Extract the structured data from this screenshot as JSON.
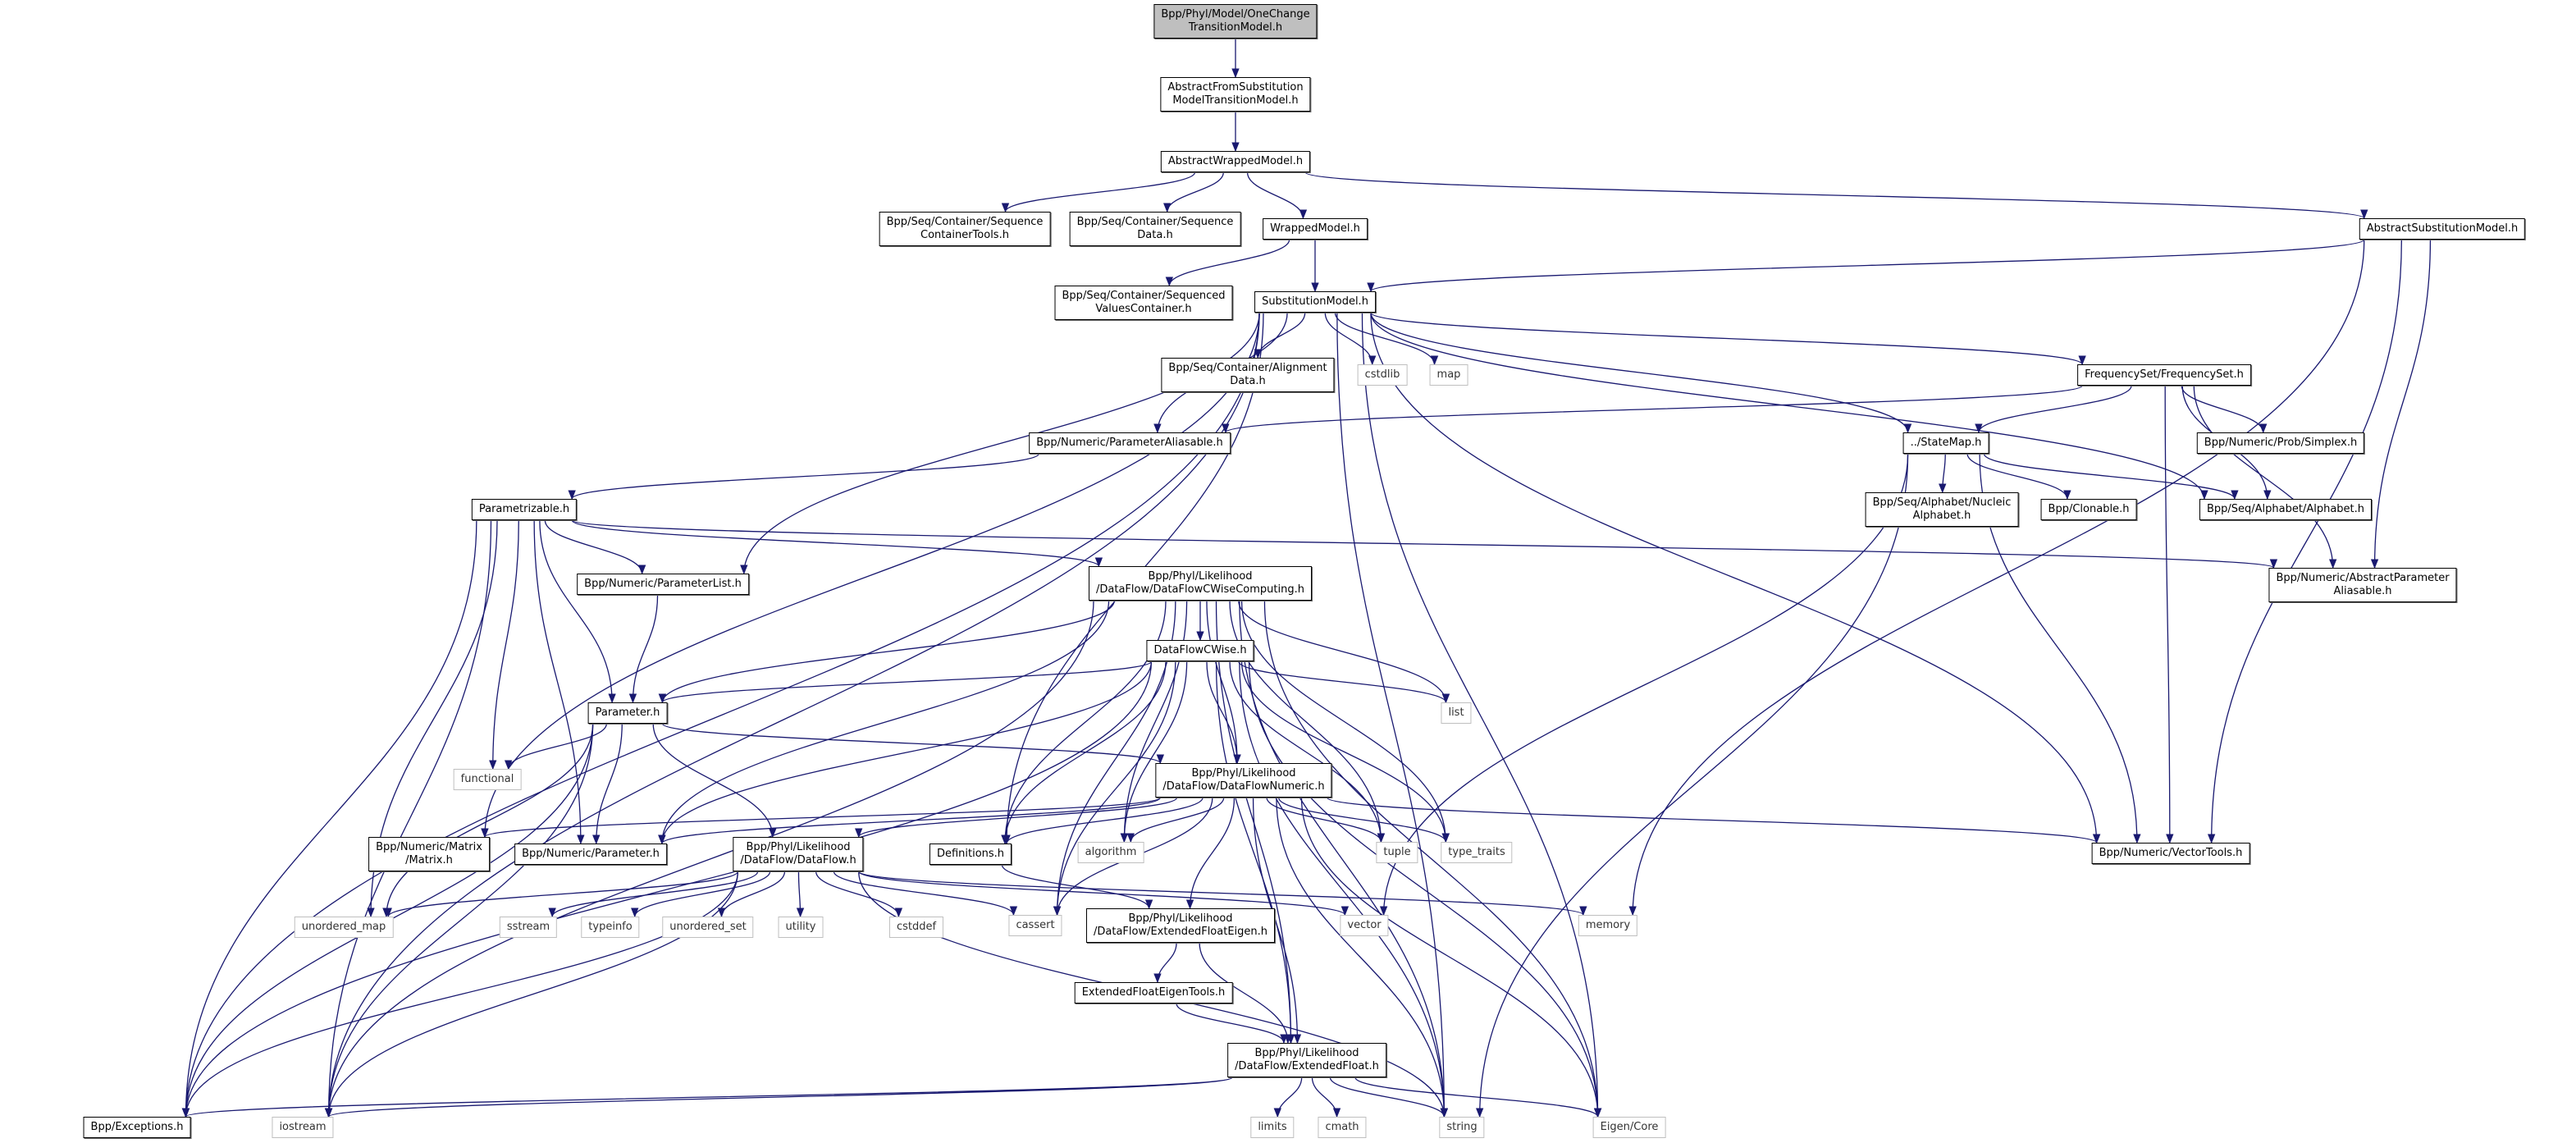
{
  "colors": {
    "edge": "#191970",
    "root_fill": "#bfbfbf",
    "system_border": "#bfbfbf",
    "node_border": "#000000"
  },
  "nodes": [
    {
      "id": "onechange",
      "label": "Bpp/Phyl/Model/OneChange\nTransitionModel.h",
      "kind": "root"
    },
    {
      "id": "absfromsub",
      "label": "AbstractFromSubstitution\nModelTransitionModel.h",
      "kind": "project"
    },
    {
      "id": "abswrapped",
      "label": "AbstractWrappedModel.h",
      "kind": "project"
    },
    {
      "id": "seqcontools",
      "label": "Bpp/Seq/Container/Sequence\nContainerTools.h",
      "kind": "project"
    },
    {
      "id": "seqdata",
      "label": "Bpp/Seq/Container/Sequence\nData.h",
      "kind": "project"
    },
    {
      "id": "wrapped",
      "label": "WrappedModel.h",
      "kind": "project"
    },
    {
      "id": "abssubst",
      "label": "AbstractSubstitutionModel.h",
      "kind": "project"
    },
    {
      "id": "seqvalues",
      "label": "Bpp/Seq/Container/Sequenced\nValuesContainer.h",
      "kind": "project"
    },
    {
      "id": "subst",
      "label": "SubstitutionModel.h",
      "kind": "project"
    },
    {
      "id": "aligndata",
      "label": "Bpp/Seq/Container/Alignment\nData.h",
      "kind": "project"
    },
    {
      "id": "cstdlib",
      "label": "cstdlib",
      "kind": "system"
    },
    {
      "id": "map",
      "label": "map",
      "kind": "system"
    },
    {
      "id": "freqset",
      "label": "FrequencySet/FrequencySet.h",
      "kind": "project"
    },
    {
      "id": "paramaliasable",
      "label": "Bpp/Numeric/ParameterAliasable.h",
      "kind": "project"
    },
    {
      "id": "statemap",
      "label": "../StateMap.h",
      "kind": "project"
    },
    {
      "id": "simplex",
      "label": "Bpp/Numeric/Prob/Simplex.h",
      "kind": "project"
    },
    {
      "id": "parametrizable",
      "label": "Parametrizable.h",
      "kind": "project"
    },
    {
      "id": "nucleic",
      "label": "Bpp/Seq/Alphabet/Nucleic\nAlphabet.h",
      "kind": "project"
    },
    {
      "id": "clonable",
      "label": "Bpp/Clonable.h",
      "kind": "project"
    },
    {
      "id": "alphabet",
      "label": "Bpp/Seq/Alphabet/Alphabet.h",
      "kind": "project"
    },
    {
      "id": "paramlist",
      "label": "Bpp/Numeric/ParameterList.h",
      "kind": "project"
    },
    {
      "id": "cwisecomp",
      "label": "Bpp/Phyl/Likelihood\n/DataFlow/DataFlowCWiseComputing.h",
      "kind": "project"
    },
    {
      "id": "absparamalias",
      "label": "Bpp/Numeric/AbstractParameter\nAliasable.h",
      "kind": "project"
    },
    {
      "id": "cwise",
      "label": "DataFlowCWise.h",
      "kind": "project"
    },
    {
      "id": "list",
      "label": "list",
      "kind": "system"
    },
    {
      "id": "parameter",
      "label": "Parameter.h",
      "kind": "project"
    },
    {
      "id": "functional",
      "label": "functional",
      "kind": "system"
    },
    {
      "id": "dfnumeric",
      "label": "Bpp/Phyl/Likelihood\n/DataFlow/DataFlowNumeric.h",
      "kind": "project"
    },
    {
      "id": "matrix",
      "label": "Bpp/Numeric/Matrix\n/Matrix.h",
      "kind": "project"
    },
    {
      "id": "numparam",
      "label": "Bpp/Numeric/Parameter.h",
      "kind": "project"
    },
    {
      "id": "dataflow",
      "label": "Bpp/Phyl/Likelihood\n/DataFlow/DataFlow.h",
      "kind": "project"
    },
    {
      "id": "definitions",
      "label": "Definitions.h",
      "kind": "project"
    },
    {
      "id": "algorithm",
      "label": "algorithm",
      "kind": "system"
    },
    {
      "id": "tuple",
      "label": "tuple",
      "kind": "system"
    },
    {
      "id": "typetraits",
      "label": "type_traits",
      "kind": "system"
    },
    {
      "id": "vectortools",
      "label": "Bpp/Numeric/VectorTools.h",
      "kind": "project"
    },
    {
      "id": "unorderedmap",
      "label": "unordered_map",
      "kind": "system"
    },
    {
      "id": "sstream",
      "label": "sstream",
      "kind": "system"
    },
    {
      "id": "typeinfo",
      "label": "typeinfo",
      "kind": "system"
    },
    {
      "id": "unorderedset",
      "label": "unordered_set",
      "kind": "system"
    },
    {
      "id": "utility",
      "label": "utility",
      "kind": "system"
    },
    {
      "id": "cstddef",
      "label": "cstddef",
      "kind": "system"
    },
    {
      "id": "cassert",
      "label": "cassert",
      "kind": "system"
    },
    {
      "id": "efeigen",
      "label": "Bpp/Phyl/Likelihood\n/DataFlow/ExtendedFloatEigen.h",
      "kind": "project"
    },
    {
      "id": "vector",
      "label": "vector",
      "kind": "system"
    },
    {
      "id": "memory",
      "label": "memory",
      "kind": "system"
    },
    {
      "id": "efeigentools",
      "label": "ExtendedFloatEigenTools.h",
      "kind": "project"
    },
    {
      "id": "extfloat",
      "label": "Bpp/Phyl/Likelihood\n/DataFlow/ExtendedFloat.h",
      "kind": "project"
    },
    {
      "id": "exceptions",
      "label": "Bpp/Exceptions.h",
      "kind": "project"
    },
    {
      "id": "iostream",
      "label": "iostream",
      "kind": "system"
    },
    {
      "id": "limits",
      "label": "limits",
      "kind": "system"
    },
    {
      "id": "cmath",
      "label": "cmath",
      "kind": "system"
    },
    {
      "id": "string",
      "label": "string",
      "kind": "system"
    },
    {
      "id": "eigencore",
      "label": "Eigen/Core",
      "kind": "system"
    }
  ],
  "edges": [
    [
      "onechange",
      "absfromsub"
    ],
    [
      "absfromsub",
      "abswrapped"
    ],
    [
      "abswrapped",
      "seqcontools"
    ],
    [
      "abswrapped",
      "seqdata"
    ],
    [
      "abswrapped",
      "wrapped"
    ],
    [
      "abswrapped",
      "abssubst"
    ],
    [
      "wrapped",
      "seqvalues"
    ],
    [
      "wrapped",
      "subst"
    ],
    [
      "abssubst",
      "subst"
    ],
    [
      "abssubst",
      "absparamalias"
    ],
    [
      "abssubst",
      "vectortools"
    ],
    [
      "abssubst",
      "memory"
    ],
    [
      "subst",
      "aligndata"
    ],
    [
      "subst",
      "cstdlib"
    ],
    [
      "subst",
      "map"
    ],
    [
      "subst",
      "freqset"
    ],
    [
      "subst",
      "paramaliasable"
    ],
    [
      "subst",
      "statemap"
    ],
    [
      "subst",
      "alphabet"
    ],
    [
      "subst",
      "vectortools"
    ],
    [
      "subst",
      "paramlist"
    ],
    [
      "subst",
      "matrix"
    ],
    [
      "subst",
      "definitions"
    ],
    [
      "subst",
      "exceptions"
    ],
    [
      "subst",
      "string"
    ],
    [
      "subst",
      "iostream"
    ],
    [
      "subst",
      "eigencore"
    ],
    [
      "freqset",
      "paramaliasable"
    ],
    [
      "freqset",
      "statemap"
    ],
    [
      "freqset",
      "simplex"
    ],
    [
      "freqset",
      "alphabet"
    ],
    [
      "freqset",
      "absparamalias"
    ],
    [
      "freqset",
      "vectortools"
    ],
    [
      "statemap",
      "nucleic"
    ],
    [
      "statemap",
      "clonable"
    ],
    [
      "statemap",
      "alphabet"
    ],
    [
      "statemap",
      "vectortools"
    ],
    [
      "statemap",
      "string"
    ],
    [
      "statemap",
      "vector"
    ],
    [
      "paramaliasable",
      "parametrizable"
    ],
    [
      "parametrizable",
      "paramlist"
    ],
    [
      "parametrizable",
      "parameter"
    ],
    [
      "parametrizable",
      "functional"
    ],
    [
      "parametrizable",
      "numparam"
    ],
    [
      "parametrizable",
      "exceptions"
    ],
    [
      "parametrizable",
      "iostream"
    ],
    [
      "parametrizable",
      "unorderedmap"
    ],
    [
      "parametrizable",
      "cwisecomp"
    ],
    [
      "parametrizable",
      "absparamalias"
    ],
    [
      "paramlist",
      "parameter"
    ],
    [
      "cwisecomp",
      "cwise"
    ],
    [
      "cwisecomp",
      "list"
    ],
    [
      "cwisecomp",
      "dfnumeric"
    ],
    [
      "cwisecomp",
      "parameter"
    ],
    [
      "cwisecomp",
      "numparam"
    ],
    [
      "cwisecomp",
      "definitions"
    ],
    [
      "cwisecomp",
      "algorithm"
    ],
    [
      "cwisecomp",
      "tuple"
    ],
    [
      "cwisecomp",
      "typetraits"
    ],
    [
      "cwisecomp",
      "cassert"
    ],
    [
      "cwisecomp",
      "string"
    ],
    [
      "cwisecomp",
      "eigencore"
    ],
    [
      "cwisecomp",
      "extfloat"
    ],
    [
      "cwisecomp",
      "iostream"
    ],
    [
      "cwise",
      "parameter"
    ],
    [
      "cwise",
      "numparam"
    ],
    [
      "cwise",
      "dfnumeric"
    ],
    [
      "cwise",
      "definitions"
    ],
    [
      "cwise",
      "algorithm"
    ],
    [
      "cwise",
      "cassert"
    ],
    [
      "cwise",
      "tuple"
    ],
    [
      "cwise",
      "typetraits"
    ],
    [
      "cwise",
      "list"
    ],
    [
      "cwise",
      "string"
    ],
    [
      "cwise",
      "eigencore"
    ],
    [
      "cwise",
      "extfloat"
    ],
    [
      "cwise",
      "exceptions"
    ],
    [
      "parameter",
      "functional"
    ],
    [
      "parameter",
      "numparam"
    ],
    [
      "parameter",
      "dataflow"
    ],
    [
      "parameter",
      "dfnumeric"
    ],
    [
      "parameter",
      "unorderedmap"
    ],
    [
      "parameter",
      "exceptions"
    ],
    [
      "parameter",
      "iostream"
    ],
    [
      "dfnumeric",
      "matrix"
    ],
    [
      "dfnumeric",
      "numparam"
    ],
    [
      "dfnumeric",
      "dataflow"
    ],
    [
      "dfnumeric",
      "definitions"
    ],
    [
      "dfnumeric",
      "algorithm"
    ],
    [
      "dfnumeric",
      "tuple"
    ],
    [
      "dfnumeric",
      "typetraits"
    ],
    [
      "dfnumeric",
      "cassert"
    ],
    [
      "dfnumeric",
      "efeigen"
    ],
    [
      "dfnumeric",
      "extfloat"
    ],
    [
      "dfnumeric",
      "string"
    ],
    [
      "dfnumeric",
      "eigencore"
    ],
    [
      "dfnumeric",
      "vectortools"
    ],
    [
      "dataflow",
      "unorderedmap"
    ],
    [
      "dataflow",
      "sstream"
    ],
    [
      "dataflow",
      "typeinfo"
    ],
    [
      "dataflow",
      "unorderedset"
    ],
    [
      "dataflow",
      "utility"
    ],
    [
      "dataflow",
      "cstddef"
    ],
    [
      "dataflow",
      "cassert"
    ],
    [
      "dataflow",
      "vector"
    ],
    [
      "dataflow",
      "memory"
    ],
    [
      "dataflow",
      "exceptions"
    ],
    [
      "dataflow",
      "iostream"
    ],
    [
      "dataflow",
      "string"
    ],
    [
      "definitions",
      "efeigen"
    ],
    [
      "efeigen",
      "efeigentools"
    ],
    [
      "efeigen",
      "extfloat"
    ],
    [
      "efeigentools",
      "extfloat"
    ],
    [
      "extfloat",
      "limits"
    ],
    [
      "extfloat",
      "cmath"
    ],
    [
      "extfloat",
      "string"
    ],
    [
      "extfloat",
      "eigencore"
    ],
    [
      "extfloat",
      "exceptions"
    ],
    [
      "extfloat",
      "iostream"
    ]
  ]
}
